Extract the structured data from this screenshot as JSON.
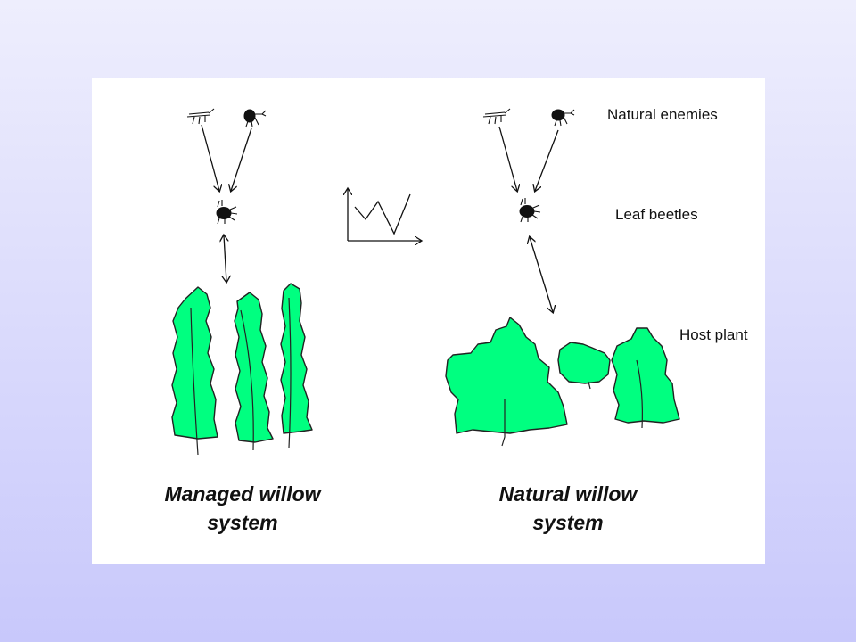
{
  "labels": {
    "natural_enemies": "Natural enemies",
    "leaf_beetles": "Leaf beetles",
    "host_plant": "Host plant"
  },
  "systems": {
    "managed": {
      "line1": "Managed willow",
      "line2": "system"
    },
    "natural": {
      "line1": "Natural willow",
      "line2": "system"
    }
  },
  "colors": {
    "leaf": "#00ff80",
    "background_top": "#eeeefd",
    "background_bottom": "#c8c8fb",
    "panel": "#ffffff"
  },
  "icons": [
    "predator-insect-icon",
    "leaf-beetle-icon",
    "population-fluctuation-graph-icon",
    "willow-plant-icon"
  ]
}
